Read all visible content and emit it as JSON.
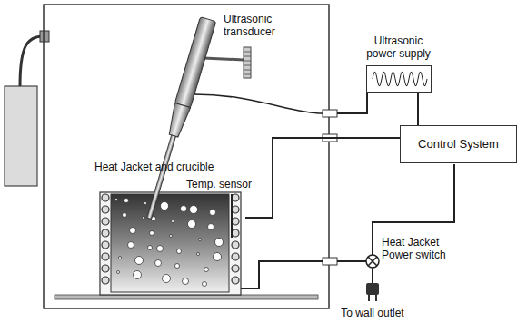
{
  "diagram": {
    "nodes": [
      {
        "text": [
          "Ultrasonic power supply"
        ]
      },
      {
        "text": [
          "Control System"
        ]
      },
      {
        "text": [
          "Heat Jacket and crucible"
        ]
      }
    ],
    "edges": [
      {
        "from": 0,
        "to": 1,
        "arrow": "none"
      },
      {
        "from": 2,
        "to": 1,
        "arrow": "none"
      }
    ],
    "labels": [
      "Ultrasonic transducer",
      "Temp. sensor",
      "Heat Jacket Power switch",
      "To wall outlet"
    ]
  }
}
